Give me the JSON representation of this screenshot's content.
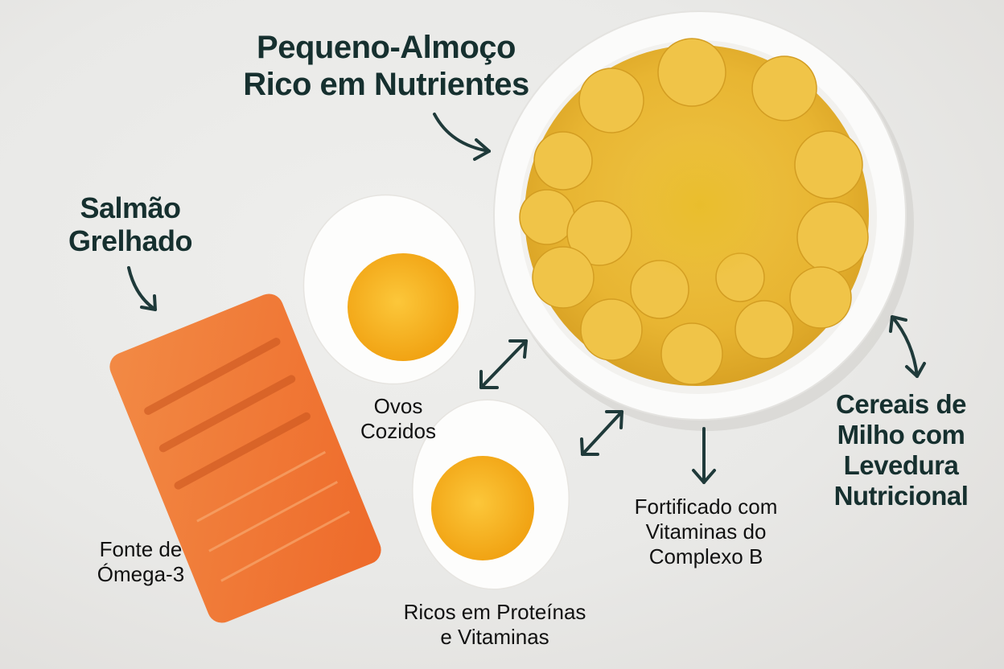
{
  "infographic": {
    "title_line1": "Pequeno-Almoço",
    "title_line2": "Rico em Nutrientes",
    "items": [
      {
        "id": "salmon",
        "label_line1": "Salmão",
        "label_line2": "Grelhado",
        "caption_line1": "Fonte de",
        "caption_line2": "Ómega-3"
      },
      {
        "id": "eggs",
        "label_line1": "Ovos",
        "label_line2": "Cozidos",
        "caption_line1": "Ricos em Proteínas",
        "caption_line2": "e Vitaminas"
      },
      {
        "id": "cereal",
        "label_line1": "Cereais de",
        "label_line2": "Milho com",
        "label_line3": "Levedura",
        "label_line4": "Nutricional",
        "caption_line1": "Fortificado com",
        "caption_line2": "Vitaminas do",
        "caption_line3": "Complexo B"
      }
    ],
    "colors": {
      "heading": "#16302f",
      "arrow": "#1f3a3a",
      "salmon": "#f07a3a",
      "yolk": "#f6b21a",
      "cereal": "#e9b832",
      "bowl": "#fbfbfa",
      "background": "#ebebe9"
    }
  }
}
